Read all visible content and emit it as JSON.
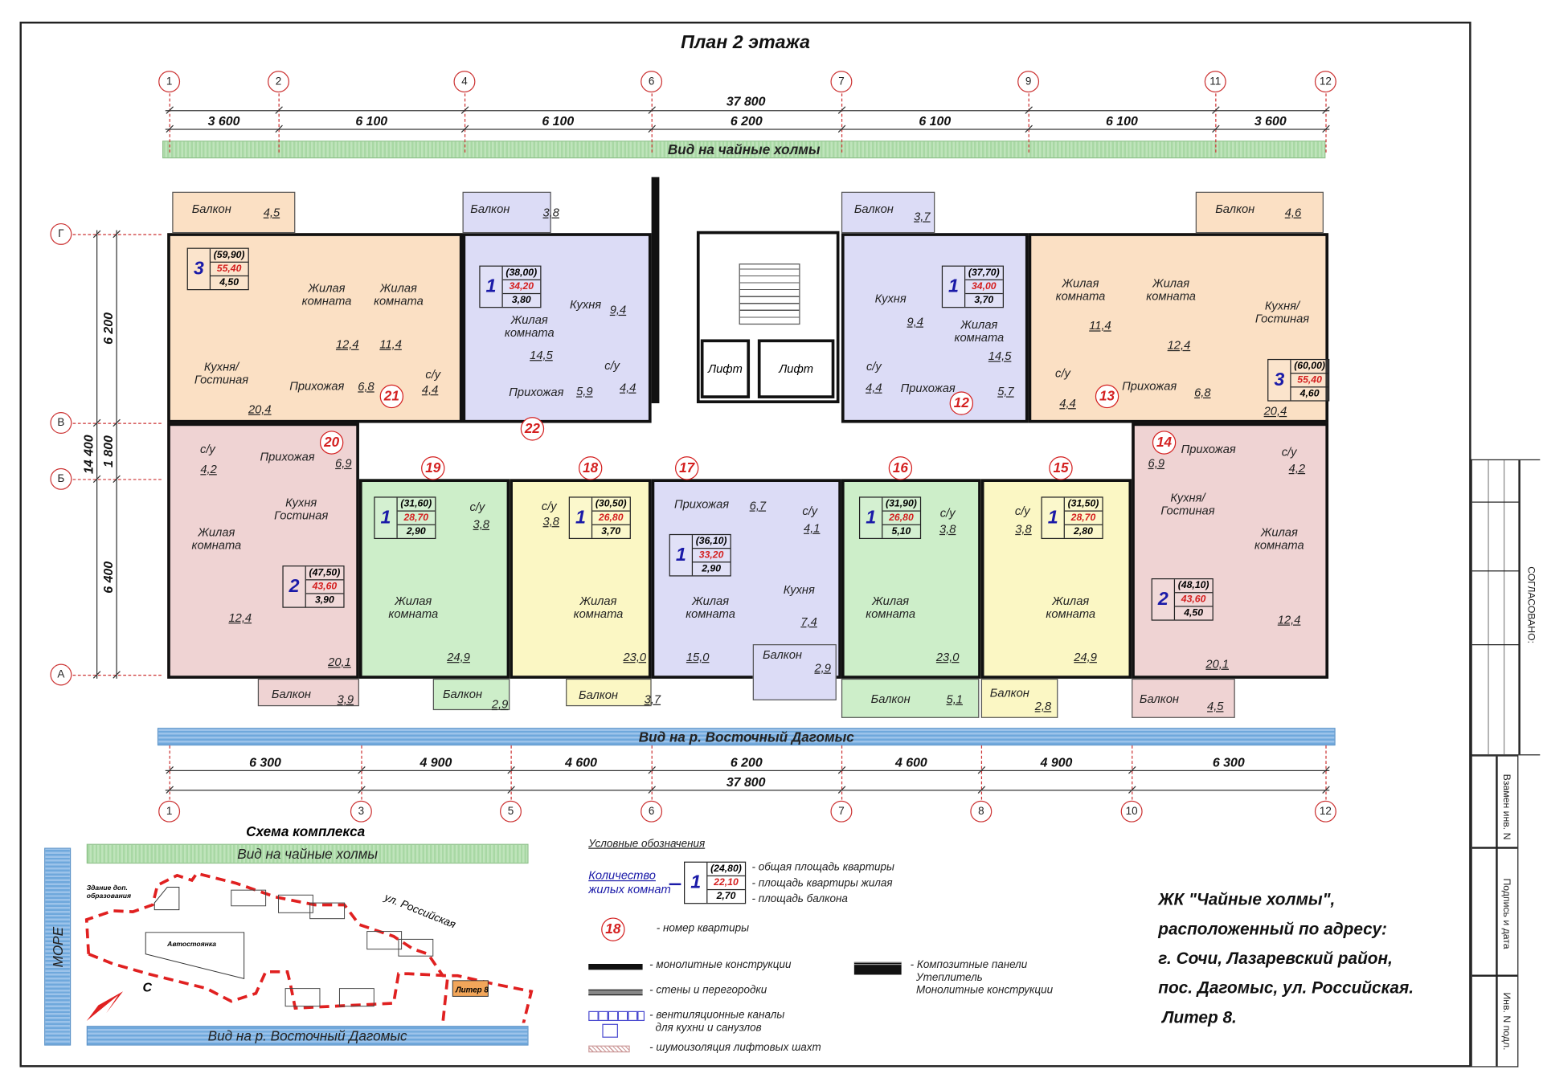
{
  "title": "План 2 этажа",
  "axes": {
    "top": [
      "1",
      "2",
      "4",
      "6",
      "7",
      "9",
      "11",
      "12"
    ],
    "bottom": [
      "1",
      "3",
      "5",
      "6",
      "7",
      "8",
      "10",
      "12"
    ],
    "left": [
      "Г",
      "В",
      "Б",
      "А"
    ]
  },
  "dimensions": {
    "top_total": "37 800",
    "top_segments": [
      "3 600",
      "6 100",
      "6 100",
      "6 200",
      "6 100",
      "6 100",
      "3 600"
    ],
    "bottom_total": "37 800",
    "bottom_segments": [
      "6 300",
      "4 900",
      "4 600",
      "6 200",
      "4 600",
      "4 900",
      "6 300"
    ],
    "left_segments": [
      "6 200",
      "1 800",
      "6 400"
    ],
    "left_total": "14 400"
  },
  "views": {
    "north": "Вид на чайные холмы",
    "south": "Вид на р. Восточный Дагомыс"
  },
  "core": {
    "lift1": "Лифт",
    "lift2": "Лифт"
  },
  "apartments": [
    {
      "number": "21",
      "color": "#fbe0c4",
      "rooms_count": "3",
      "total": "(59,90)",
      "living": "55,40",
      "balcony": "4,50",
      "rooms": [
        {
          "name": "Балкон",
          "area": "4,5"
        },
        {
          "name": "Жилая\nкомната",
          "area": "12,4"
        },
        {
          "name": "Жилая\nкомната",
          "area": "11,4"
        },
        {
          "name": "Кухня/\nГостиная",
          "area": "20,4"
        },
        {
          "name": "Прихожая",
          "area": "6,8"
        },
        {
          "name": "с/у",
          "area": "4,4"
        }
      ]
    },
    {
      "number": "22",
      "color": "#dcdcf6",
      "rooms_count": "1",
      "total": "(38,00)",
      "living": "34,20",
      "balcony": "3,80",
      "rooms": [
        {
          "name": "Балкон",
          "area": "3,8"
        },
        {
          "name": "Кухня",
          "area": "9,4"
        },
        {
          "name": "Жилая\nкомната",
          "area": "14,5"
        },
        {
          "name": "с/у",
          "area": "4,4"
        },
        {
          "name": "Прихожая",
          "area": "5,9"
        }
      ]
    },
    {
      "number": "12",
      "color": "#dcdcf6",
      "rooms_count": "1",
      "total": "(37,70)",
      "living": "34,00",
      "balcony": "3,70",
      "rooms": [
        {
          "name": "Балкон",
          "area": "3,7"
        },
        {
          "name": "Кухня",
          "area": "9,4"
        },
        {
          "name": "Жилая\nкомната",
          "area": "14,5"
        },
        {
          "name": "с/у",
          "area": "4,4"
        },
        {
          "name": "Прихожая",
          "area": "5,7"
        }
      ]
    },
    {
      "number": "13",
      "color": "#fbe0c4",
      "rooms_count": "3",
      "total": "(60,00)",
      "living": "55,40",
      "balcony": "4,60",
      "rooms": [
        {
          "name": "Балкон",
          "area": "4,6"
        },
        {
          "name": "Жилая\nкомната",
          "area": "11,4"
        },
        {
          "name": "Жилая\nкомната",
          "area": "12,4"
        },
        {
          "name": "Кухня/\nГостиная",
          "area": "20,4"
        },
        {
          "name": "с/у",
          "area": "4,4"
        },
        {
          "name": "Прихожая",
          "area": "6,8"
        }
      ]
    },
    {
      "number": "20",
      "color": "#efd3d3",
      "rooms_count": "2",
      "total": "(47,50)",
      "living": "43,60",
      "balcony": "3,90",
      "rooms": [
        {
          "name": "с/у",
          "area": "4,2"
        },
        {
          "name": "Прихожая",
          "area": "6,9"
        },
        {
          "name": "Кухня\nГостиная",
          "area": "20,1"
        },
        {
          "name": "Жилая\nкомната",
          "area": "12,4"
        },
        {
          "name": "Балкон",
          "area": "3,9"
        }
      ]
    },
    {
      "number": "19",
      "color": "#cdeec9",
      "rooms_count": "1",
      "total": "(31,60)",
      "living": "28,70",
      "balcony": "2,90",
      "rooms": [
        {
          "name": "с/у",
          "area": "3,8"
        },
        {
          "name": "Жилая\nкомната",
          "area": "24,9"
        },
        {
          "name": "Балкон",
          "area": "2,9"
        }
      ]
    },
    {
      "number": "18",
      "color": "#fbf7c4",
      "rooms_count": "1",
      "total": "(30,50)",
      "living": "26,80",
      "balcony": "3,70",
      "rooms": [
        {
          "name": "с/у",
          "area": "3,8"
        },
        {
          "name": "Жилая\nкомната",
          "area": "23,0"
        },
        {
          "name": "Балкон",
          "area": "3,7"
        }
      ]
    },
    {
      "number": "17",
      "color": "#dcdcf6",
      "rooms_count": "1",
      "total": "(36,10)",
      "living": "33,20",
      "balcony": "2,90",
      "rooms": [
        {
          "name": "Прихожая",
          "area": "6,7"
        },
        {
          "name": "с/у",
          "area": "4,1"
        },
        {
          "name": "Жилая\nкомната",
          "area": "15,0"
        },
        {
          "name": "Кухня",
          "area": "7,4"
        },
        {
          "name": "Балкон",
          "area": "2,9"
        }
      ]
    },
    {
      "number": "16",
      "color": "#cdeec9",
      "rooms_count": "1",
      "total": "(31,90)",
      "living": "26,80",
      "balcony": "5,10",
      "rooms": [
        {
          "name": "с/у",
          "area": "3,8"
        },
        {
          "name": "Жилая\nкомната",
          "area": "23,0"
        },
        {
          "name": "Балкон",
          "area": "5,1"
        }
      ]
    },
    {
      "number": "15",
      "color": "#fbf7c4",
      "rooms_count": "1",
      "total": "(31,50)",
      "living": "28,70",
      "balcony": "2,80",
      "rooms": [
        {
          "name": "с/у",
          "area": "3,8"
        },
        {
          "name": "Жилая\nкомната",
          "area": "24,9"
        },
        {
          "name": "Балкон",
          "area": "2,8"
        }
      ]
    },
    {
      "number": "14",
      "color": "#efd3d3",
      "rooms_count": "2",
      "total": "(48,10)",
      "living": "43,60",
      "balcony": "4,50",
      "rooms": [
        {
          "name": "Прихожая",
          "area": "6,9"
        },
        {
          "name": "с/у",
          "area": "4,2"
        },
        {
          "name": "Кухня/\nГостиная",
          "area": "20,1"
        },
        {
          "name": "Жилая\nкомната",
          "area": "12,4"
        },
        {
          "name": "Балкон",
          "area": "4,5"
        }
      ]
    }
  ],
  "scheme": {
    "title": "Схема комплекса",
    "top_band": "Вид на чайные холмы",
    "bottom_band": "Вид на р. Восточный Дагомыс",
    "sea": "МОРЕ",
    "school": "Здание доп. образования",
    "school_l1": "Здание доп.",
    "school_l2": "образования",
    "parking": "Автостоянка",
    "street": "ул. Российская",
    "building": "Литер 8",
    "north": "С",
    "colors": {
      "boundary": "#e02020",
      "building": "#f2a65a"
    }
  },
  "legend": {
    "title": "Условные обозначения",
    "rooms_label_l1": "Количество",
    "rooms_label_l2": "жилых комнат",
    "sample_rooms": "1",
    "sample_total": "(24,80)",
    "sample_living": "22,10",
    "sample_balcony": "2,70",
    "total_desc": "- общая площадь квартиры",
    "living_desc": "- площадь квартиры жилая",
    "balcony_desc": "- площадь балкона",
    "sample_number": "18",
    "number_desc": "- номер квартиры",
    "monolith": "- монолитные конструкции",
    "walls": "- стены и перегородки",
    "vent_l1": "- вентиляционные каналы",
    "vent_l2": "для кухни и санузлов",
    "noise": "- шумоизоляция лифтовых шахт",
    "composite_l1": "- Композитные панели",
    "composite_l2": "Утеплитель",
    "composite_l3": "Монолитные конструкции"
  },
  "address": {
    "line1": "ЖК \"Чайные холмы\",",
    "line2": "расположенный по адресу:",
    "line3": "г. Сочи, Лазаревский район,",
    "line4": "пос. Дагомыс, ул. Российская.",
    "line5": "Литер 8."
  },
  "stamp": {
    "approved": "СОГЛАСОВАНО:",
    "replace": "Взамен инв. N",
    "signature": "Подпись и дата",
    "inventory": "Инв. N подл."
  }
}
